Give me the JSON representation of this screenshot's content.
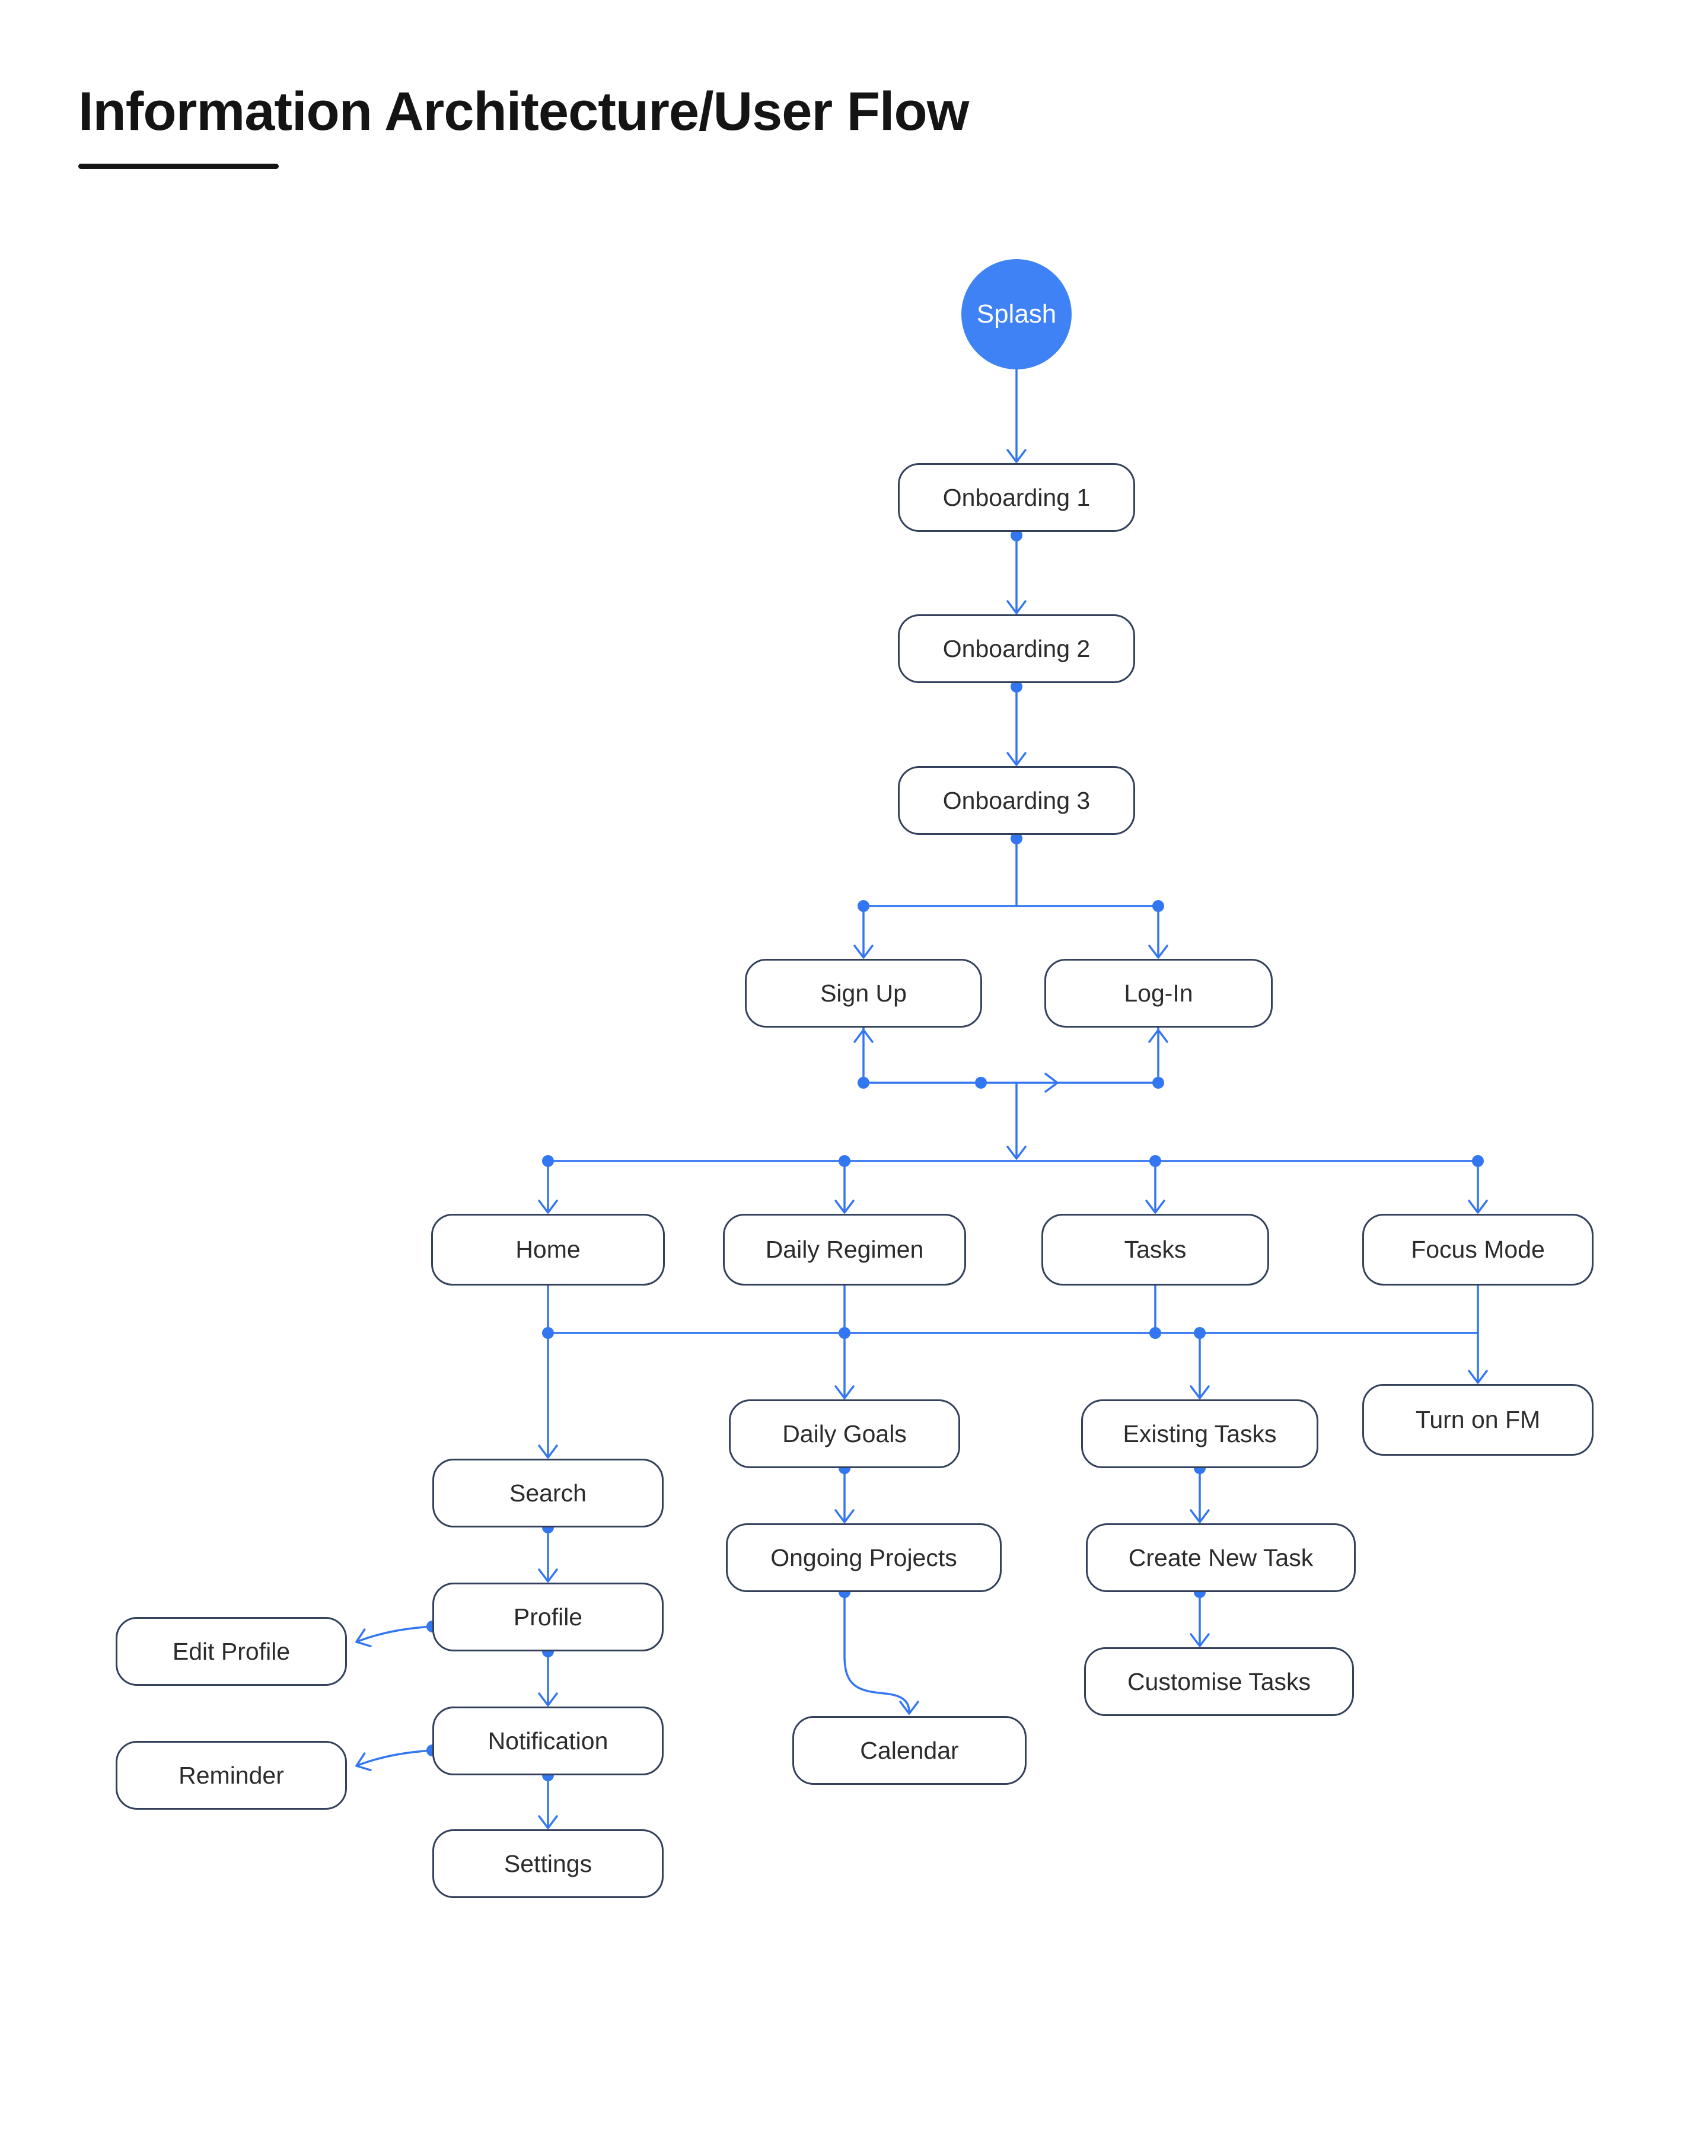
{
  "page": {
    "title": "Information Architecture/User Flow"
  },
  "colors": {
    "accent": "#3376F2",
    "node-border": "#33415C",
    "node-text": "#2B2B2B",
    "title": "#141414",
    "splash-fill": "#3F82F6",
    "splash-text": "#FFFFFF",
    "background": "#FFFFFF"
  },
  "nodes": {
    "splash": {
      "label": "Splash"
    },
    "onboarding1": {
      "label": "Onboarding 1"
    },
    "onboarding2": {
      "label": "Onboarding 2"
    },
    "onboarding3": {
      "label": "Onboarding 3"
    },
    "sign_up": {
      "label": "Sign Up"
    },
    "log_in": {
      "label": "Log-In"
    },
    "home": {
      "label": "Home"
    },
    "daily_regimen": {
      "label": "Daily Regimen"
    },
    "tasks": {
      "label": "Tasks"
    },
    "focus_mode": {
      "label": "Focus Mode"
    },
    "turn_on_fm": {
      "label": "Turn on FM"
    },
    "search": {
      "label": "Search"
    },
    "profile": {
      "label": "Profile"
    },
    "notification": {
      "label": "Notification"
    },
    "settings": {
      "label": "Settings"
    },
    "edit_profile": {
      "label": "Edit Profile"
    },
    "reminder": {
      "label": "Reminder"
    },
    "daily_goals": {
      "label": "Daily Goals"
    },
    "ongoing_projects": {
      "label": "Ongoing Projects"
    },
    "calendar": {
      "label": "Calendar"
    },
    "existing_tasks": {
      "label": "Existing Tasks"
    },
    "create_new_task": {
      "label": "Create New Task"
    },
    "customise_tasks": {
      "label": "Customise Tasks"
    }
  },
  "edges": [
    {
      "from": "splash",
      "to": "onboarding1"
    },
    {
      "from": "onboarding1",
      "to": "onboarding2"
    },
    {
      "from": "onboarding2",
      "to": "onboarding3"
    },
    {
      "from": "onboarding3",
      "to": "sign_up"
    },
    {
      "from": "onboarding3",
      "to": "log_in"
    },
    {
      "from": "sign_up",
      "to": "main_nav"
    },
    {
      "from": "log_in",
      "to": "main_nav"
    },
    {
      "from": "main_nav",
      "to": "home"
    },
    {
      "from": "main_nav",
      "to": "daily_regimen"
    },
    {
      "from": "main_nav",
      "to": "tasks"
    },
    {
      "from": "main_nav",
      "to": "focus_mode"
    },
    {
      "from": "home",
      "to": "search"
    },
    {
      "from": "search",
      "to": "profile"
    },
    {
      "from": "profile",
      "to": "edit_profile"
    },
    {
      "from": "profile",
      "to": "notification"
    },
    {
      "from": "notification",
      "to": "reminder"
    },
    {
      "from": "notification",
      "to": "settings"
    },
    {
      "from": "daily_regimen",
      "to": "daily_goals"
    },
    {
      "from": "daily_goals",
      "to": "ongoing_projects"
    },
    {
      "from": "ongoing_projects",
      "to": "calendar"
    },
    {
      "from": "tasks",
      "to": "existing_tasks"
    },
    {
      "from": "existing_tasks",
      "to": "create_new_task"
    },
    {
      "from": "create_new_task",
      "to": "customise_tasks"
    },
    {
      "from": "focus_mode",
      "to": "turn_on_fm"
    }
  ]
}
